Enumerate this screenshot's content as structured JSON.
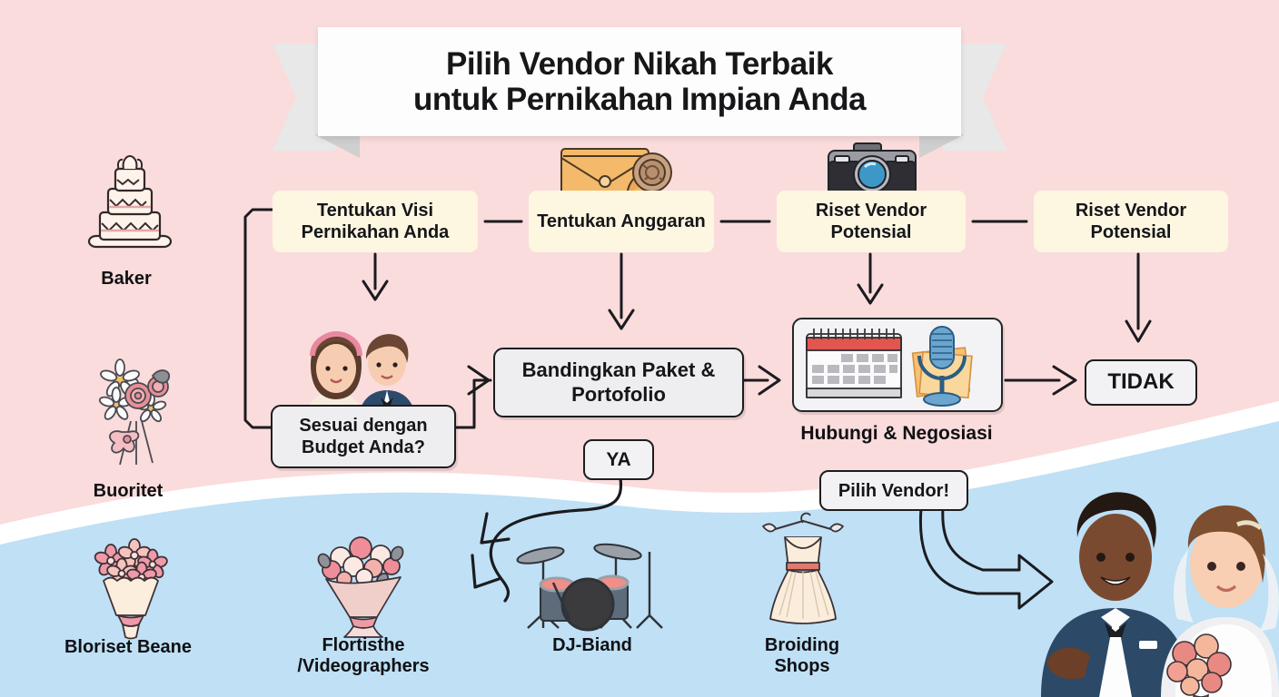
{
  "title": {
    "line1": "Pilih Vendor Nikah Terbaik",
    "line2": "untuk Pernikahan Impian Anda"
  },
  "colors": {
    "bg_pink": "#fadcdc",
    "bg_blue": "#bfe0f5",
    "wave_white": "#ffffff",
    "box_cream": "#fdf6e0",
    "box_grey": "#eeeef0",
    "outline": "#1d1d1f",
    "accent_orange": "#f0a95c",
    "accent_blue": "#6aa9d4",
    "accent_red": "#e55b58",
    "suit_navy": "#2e4a6b"
  },
  "flow": {
    "steps": [
      {
        "label": "Tentukan Visi Pernikahan Anda",
        "icon": "cake-icon"
      },
      {
        "label": "Tentukan Anggaran",
        "icon": "envelope-budget-icon"
      },
      {
        "label": "Riset Vendor Potensial",
        "icon": "camera-icon"
      },
      {
        "label": "Riset Vendor Potensial",
        "icon": "none"
      }
    ],
    "decision": "Sesuai dengan Budget Anda?",
    "compare": "Bandingkan Paket & Portofolio",
    "yes_label": "YA",
    "no_label": "TIDAK",
    "negotiate_label": "Hubungi & Negosiasi",
    "choose_label": "Pilih Vendor!"
  },
  "categories": [
    {
      "id": "baker",
      "label": "Baker",
      "icon": "wedding-cake-icon"
    },
    {
      "id": "buoritet",
      "label": "Buoritet",
      "icon": "flower-bouquet-icon"
    },
    {
      "id": "bloriset",
      "label": "Bloriset Beane",
      "icon": "pink-bouquet-icon"
    },
    {
      "id": "flortisthe",
      "label": "Flortisthe /Videographers",
      "icon": "tall-bouquet-icon"
    },
    {
      "id": "djband",
      "label": "DJ-Biand",
      "icon": "drum-kit-icon"
    },
    {
      "id": "broiding",
      "label": "Broiding Shops",
      "icon": "wedding-dress-icon"
    }
  ],
  "illustrations": {
    "couple_middle": "couple-illustration",
    "couple_bottom": "bride-groom-illustration",
    "negotiate_card": "calendar-microphone-icon"
  }
}
